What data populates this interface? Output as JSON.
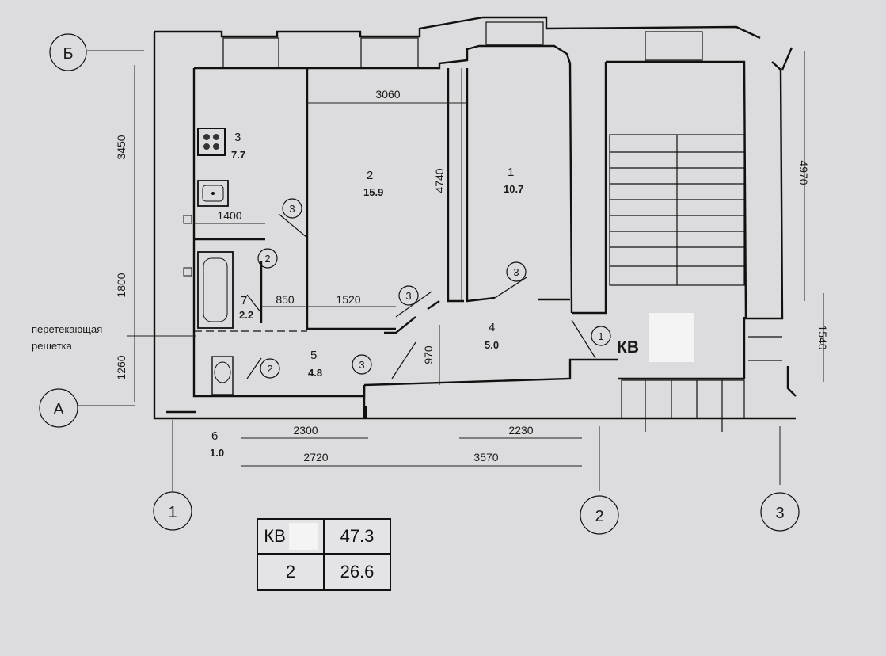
{
  "axes": {
    "b": "Б",
    "a": "А",
    "n1": "1",
    "n2": "2",
    "n3": "3"
  },
  "rooms": [
    {
      "num": "1",
      "area": "10.7"
    },
    {
      "num": "2",
      "area": "15.9"
    },
    {
      "num": "3",
      "area": "7.7"
    },
    {
      "num": "4",
      "area": "5.0"
    },
    {
      "num": "5",
      "area": "4.8"
    },
    {
      "num": "6",
      "area": "1.0"
    },
    {
      "num": "7",
      "area": "2.2"
    }
  ],
  "dims": {
    "d3060": "3060",
    "d4740": "4740",
    "d1400": "1400",
    "d850": "850",
    "d1520": "1520",
    "d970": "970",
    "d3450": "3450",
    "d1800": "1800",
    "d1260": "1260",
    "d4970": "4970",
    "d1540": "1540",
    "d2300": "2300",
    "d2230": "2230",
    "d2720": "2720",
    "d3570": "3570"
  },
  "door_callouts": {
    "c1": "1",
    "c2": "2",
    "c3": "3"
  },
  "note": {
    "line1": "перетекающая",
    "line2": "решетка"
  },
  "apartment_label": "КВ",
  "summary": {
    "r1c1": "КВ",
    "r1c2": "47.3",
    "r2c1": "2",
    "r2c2": "26.6"
  }
}
